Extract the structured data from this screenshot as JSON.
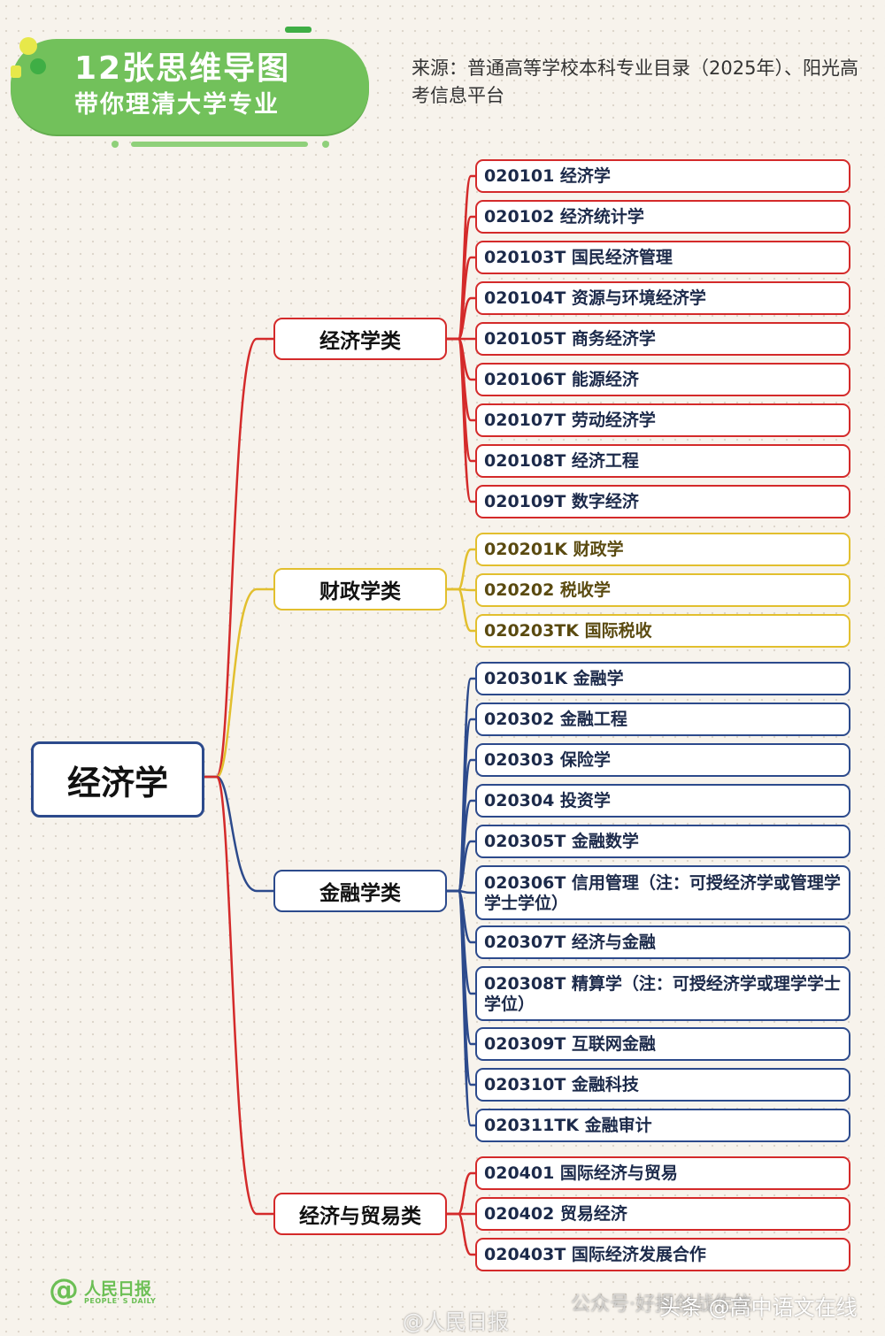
{
  "banner": {
    "line1": "12张思维导图",
    "line2": "带你理清大学专业"
  },
  "source": "来源：普通高等学校本科专业目录（2025年）、阳光高考信息平台",
  "root": "经济学",
  "colors": {
    "red": "#d42a2a",
    "yellow": "#e2bf2e",
    "blue": "#2c4a8c",
    "green": "#72c15b",
    "background": "#f7f3ec"
  },
  "categories": [
    {
      "label": "经济学类",
      "color": "red",
      "items": [
        "020101 经济学",
        "020102 经济统计学",
        "020103T 国民经济管理",
        "020104T 资源与环境经济学",
        "020105T 商务经济学",
        "020106T 能源经济",
        "020107T 劳动经济学",
        "020108T 经济工程",
        "020109T 数字经济"
      ]
    },
    {
      "label": "财政学类",
      "color": "yellow",
      "items": [
        "020201K 财政学",
        "020202 税收学",
        "020203TK 国际税收"
      ]
    },
    {
      "label": "金融学类",
      "color": "blue",
      "items": [
        "020301K 金融学",
        "020302 金融工程",
        "020303 保险学",
        "020304 投资学",
        "020305T 金融数学",
        "020306T 信用管理（注：可授经济学或管理学学士学位）",
        "020307T 经济与金融",
        "020308T 精算学（注：可授经济学或理学学士学位）",
        "020309T 互联网金融",
        "020310T 金融科技",
        "020311TK 金融审计"
      ]
    },
    {
      "label": "经济与贸易类",
      "color": "red",
      "items": [
        "020401 国际经济与贸易",
        "020402 贸易经济",
        "020403T 国际经济发展合作"
      ]
    }
  ],
  "logo": {
    "symbol": "@",
    "name": "人民日报",
    "sub": "PEOPLE' S DAILY"
  },
  "watermarks": {
    "weibo": "@人民日报",
    "wechat": "公众号·好报创战佐依",
    "toutiao": "头条 @高中语文在线"
  }
}
